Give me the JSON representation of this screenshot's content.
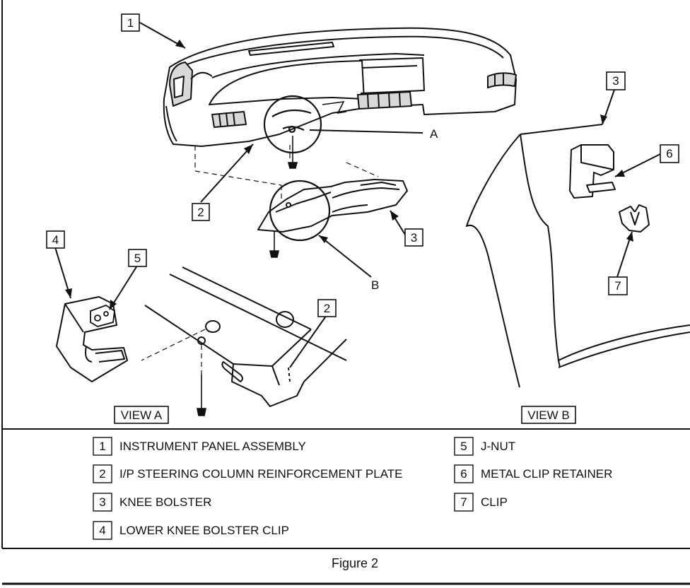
{
  "callouts": {
    "c1": "1",
    "c2_main": "2",
    "c2_viewa": "2",
    "c3_main": "3",
    "c3_viewb": "3",
    "c4": "4",
    "c5": "5",
    "c6": "6",
    "c7": "7"
  },
  "detail_letters": {
    "a": "A",
    "b": "B"
  },
  "views": {
    "view_a": "VIEW A",
    "view_b": "VIEW B"
  },
  "legend": {
    "items": [
      {
        "number": "1",
        "label": "INSTRUMENT PANEL ASSEMBLY"
      },
      {
        "number": "2",
        "label": "I/P STEERING COLUMN REINFORCEMENT PLATE"
      },
      {
        "number": "3",
        "label": "KNEE BOLSTER"
      },
      {
        "number": "4",
        "label": "LOWER KNEE BOLSTER CLIP"
      },
      {
        "number": "5",
        "label": "J-NUT"
      },
      {
        "number": "6",
        "label": "METAL CLIP RETAINER"
      },
      {
        "number": "7",
        "label": "CLIP"
      }
    ]
  },
  "caption": "Figure 2"
}
